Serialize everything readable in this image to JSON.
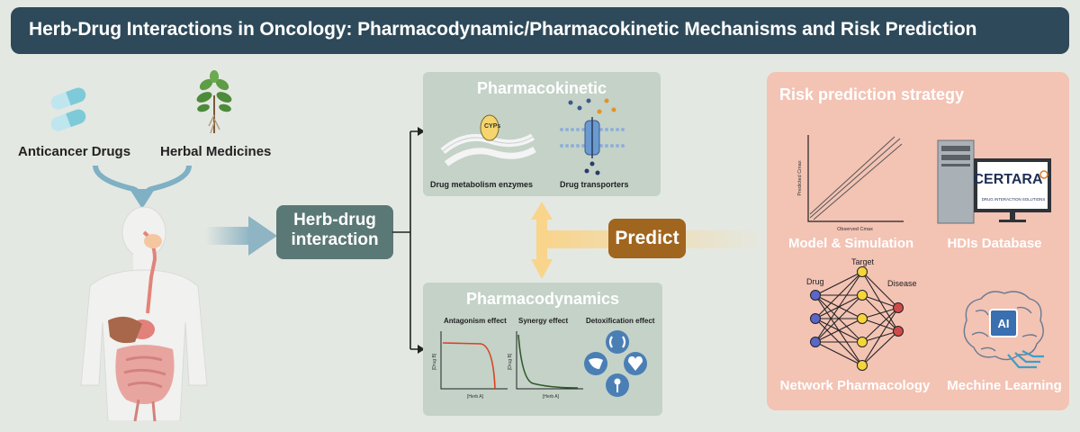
{
  "title": "Herb-Drug Interactions in Oncology: Pharmacodynamic/Pharmacokinetic Mechanisms and Risk Prediction",
  "inputs": {
    "anticancer_drugs": "Anticancer Drugs",
    "herbal_medicines": "Herbal Medicines"
  },
  "center": {
    "interaction_label": "Herb-drug interaction",
    "predict_label": "Predict"
  },
  "pharmacokinetic": {
    "title": "Pharmacokinetic",
    "cyp_label": "CYPs",
    "enzymes_label": "Drug metabolism enzymes",
    "transporters_label": "Drug transporters"
  },
  "pharmacodynamics": {
    "title": "Pharmacodynamics",
    "antagonism_label": "Antagonism effect",
    "synergy_label": "Synergy effect",
    "detox_label": "Detoxification effect",
    "y_axis_label": "[Drug B]",
    "x_axis_label": "[Herb A]"
  },
  "risk": {
    "title": "Risk prediction strategy",
    "model_label": "Model & Simulation",
    "model_y_axis": "Predicted Cmax",
    "model_x_axis": "Observed Cmax",
    "database_label": "HDIs Database",
    "certara_logo": "CERTARA",
    "certara_sub": "DRUG INTERACTION SOLUTIONS",
    "network_label": "Network Pharmacology",
    "network_drug": "Drug",
    "network_target": "Target",
    "network_disease": "Disease",
    "ml_label": "Mechine Learning",
    "ai_label": "AI"
  },
  "colors": {
    "title_bg": "#2e4a5a",
    "interaction_bg": "#5a7876",
    "predict_bg": "#a0651e",
    "panel_green": "#c4d2c8",
    "risk_bg": "#f3c3b4",
    "arrow_yellow": "#f9d48b",
    "arrow_blue": "#8fb4c4"
  }
}
